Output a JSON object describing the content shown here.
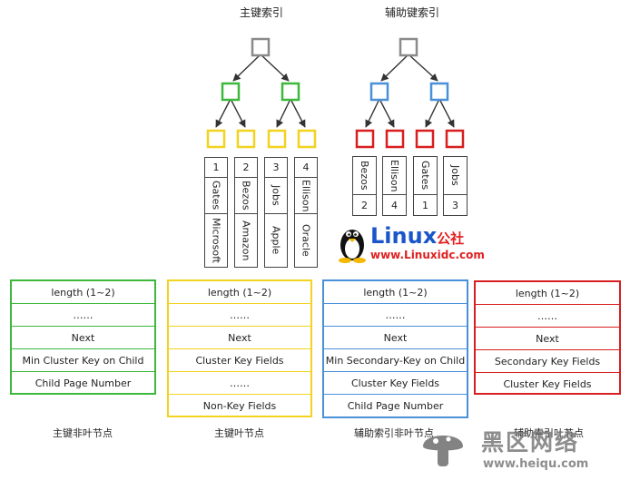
{
  "titles": {
    "primary_index": "主键索引",
    "secondary_index": "辅助键索引"
  },
  "primary_records": [
    {
      "id": "1",
      "name": "Gates",
      "company": "Microsoft"
    },
    {
      "id": "2",
      "name": "Bezos",
      "company": "Amazon"
    },
    {
      "id": "3",
      "name": "Jobs",
      "company": "Apple"
    },
    {
      "id": "4",
      "name": "Ellison",
      "company": "Oracle"
    }
  ],
  "secondary_records": [
    {
      "name": "Bezos",
      "id": "2"
    },
    {
      "name": "Ellison",
      "id": "4"
    },
    {
      "name": "Gates",
      "id": "1"
    },
    {
      "name": "Jobs",
      "id": "3"
    }
  ],
  "logo": {
    "brand": "Linux",
    "brand_cn": "公社",
    "url": "www.Linuxidc.com"
  },
  "colors": {
    "root": "#8a8a8a",
    "primary_internal": "#3cb83c",
    "primary_leaf": "#f2d320",
    "secondary_internal": "#4a90d9",
    "secondary_leaf": "#d81e1e"
  },
  "structures": {
    "primary_nonleaf": {
      "caption": "主键非叶节点",
      "rows": [
        "length (1~2)",
        "……",
        "Next",
        "Min Cluster Key on Child",
        "Child Page Number"
      ]
    },
    "primary_leaf": {
      "caption": "主键叶节点",
      "rows": [
        "length (1~2)",
        "……",
        "Next",
        "Cluster Key Fields",
        "……",
        "Non-Key Fields"
      ]
    },
    "secondary_nonleaf": {
      "caption": "辅助索引非叶节点",
      "rows": [
        "length (1~2)",
        "……",
        "Next",
        "Min Secondary-Key on Child",
        "Cluster Key Fields",
        "Child Page Number"
      ]
    },
    "secondary_leaf": {
      "caption": "辅助索引叶节点",
      "rows": [
        "length (1~2)",
        "……",
        "Next",
        "Secondary Key Fields",
        "Cluster Key Fields"
      ]
    }
  },
  "watermark": {
    "text": "黑区网络",
    "url": "www.heiqu.com"
  }
}
